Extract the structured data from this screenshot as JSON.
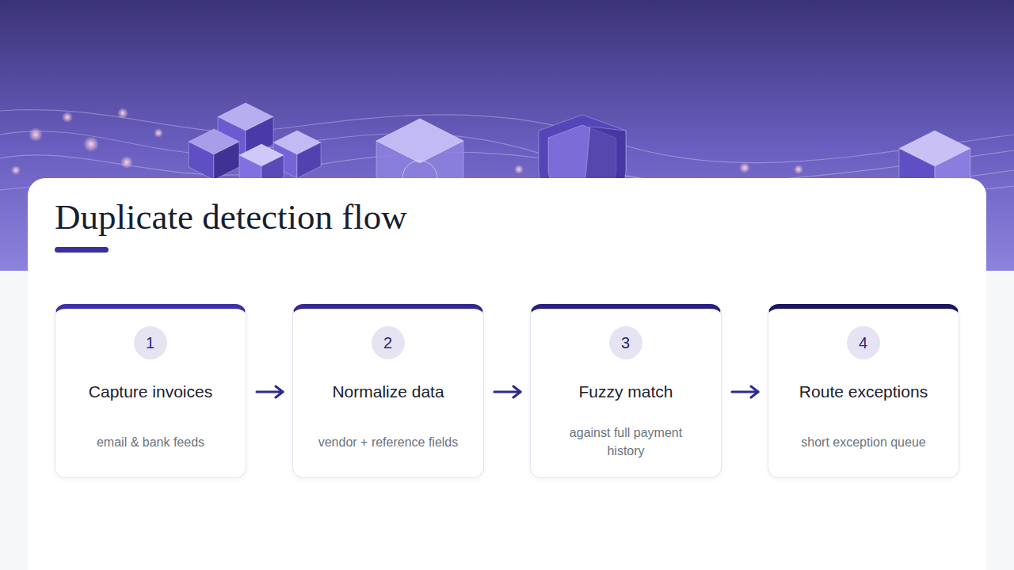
{
  "diagram": {
    "title": "Duplicate detection flow",
    "nodes": [
      {
        "text": [
          "Capture invoices",
          "email & bank feeds"
        ]
      },
      {
        "text": [
          "1"
        ],
        "in": 0
      },
      {
        "text": [
          "Normalize data",
          "vendor + reference fields"
        ]
      },
      {
        "text": [
          "2"
        ],
        "in": 2
      },
      {
        "text": [
          "Fuzzy match",
          "against full payment history"
        ]
      },
      {
        "text": [
          "3"
        ],
        "in": 4
      },
      {
        "text": [
          "Route exceptions",
          "short exception queue"
        ]
      },
      {
        "text": [
          "4"
        ],
        "in": 6
      }
    ],
    "edges": [
      {
        "from": 0,
        "to": 2,
        "arrow": "to"
      },
      {
        "from": 2,
        "to": 4,
        "arrow": "to"
      },
      {
        "from": 4,
        "to": 6,
        "arrow": "to"
      }
    ]
  }
}
